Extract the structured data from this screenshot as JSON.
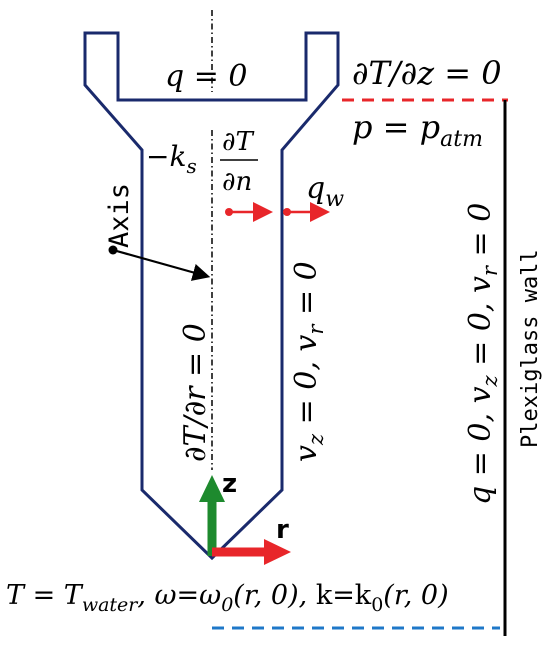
{
  "colors": {
    "outline": "#1a2a6c",
    "boundary_red": "#e8262a",
    "boundary_blue": "#1f78c8",
    "axis_green": "#1e8a2e",
    "axis_red": "#e8262a",
    "wall": "#000000"
  },
  "labels": {
    "q_top": "q = 0",
    "dTdz": "∂T/∂z = 0",
    "p_atm": "p = p",
    "p_atm_sub": "atm",
    "flux_neg": "−k",
    "flux_neg_sub": "s",
    "flux_num": "∂T",
    "flux_den": "∂n",
    "qw": "q",
    "qw_sub": "w",
    "axis_word": "Axis",
    "dTdr": "∂T/∂r = 0",
    "vz_inner": "v",
    "vz_inner_sub1": "z",
    "vz_inner_mid": " = 0, v",
    "vz_inner_sub2": "r",
    "vz_inner_end": " = 0",
    "wall_cond": "q = 0, v",
    "wall_cond_sub1": "z",
    "wall_cond_mid": " = 0, v",
    "wall_cond_sub2": "r",
    "wall_cond_end": " = 0",
    "wall_name": "Plexiglass wall",
    "z_axis": "z",
    "r_axis": "r",
    "bottom_T": "T = T",
    "bottom_T_sub": "water",
    "bottom_omega": ",  ω=ω",
    "bottom_omega_sub": "0",
    "bottom_omega_arg": "(r, 0), ",
    "bottom_k": "k=k",
    "bottom_k_sub": "0",
    "bottom_k_arg": "(r, 0)"
  }
}
